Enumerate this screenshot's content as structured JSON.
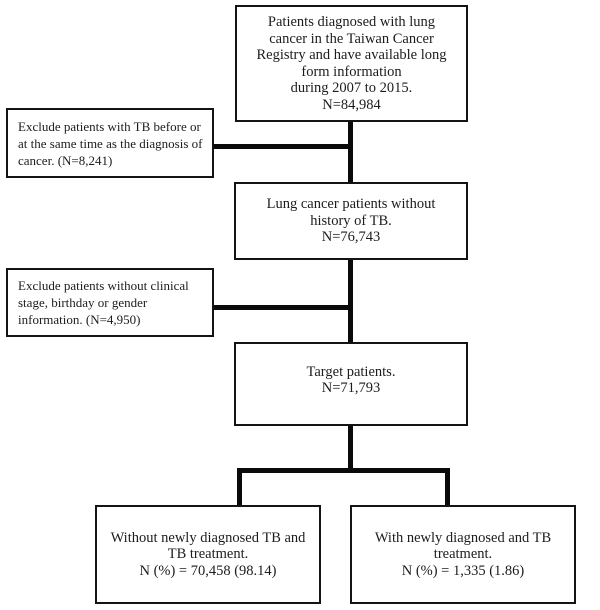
{
  "flowchart": {
    "nodes": {
      "source": {
        "text": "Patients diagnosed with lung\ncancer in the Taiwan Cancer\nRegistry and have available long\nform information\nduring 2007 to 2015.\nN=84,984"
      },
      "exclude_tb_history": {
        "text": "Exclude patients with TB before or\nat the same time as the diagnosis of\ncancer. (N=8,241)"
      },
      "no_tb_history": {
        "text": "Lung cancer patients without\nhistory of TB.\nN=76,743"
      },
      "exclude_missing_info": {
        "text": "Exclude patients without clinical\nstage, birthday or gender\ninformation. (N=4,950)"
      },
      "target": {
        "text": "Target patients.\nN=71,793"
      },
      "without_new_tb": {
        "text": "Without newly diagnosed TB and\nTB treatment.\nN (%) = 70,458 (98.14)"
      },
      "with_new_tb": {
        "text": "With newly diagnosed and TB\ntreatment.\nN (%) = 1,335 (1.86)"
      }
    },
    "colors": {
      "background": "#ffffff",
      "line": "#0a0a0a",
      "text": "#1c1c1c"
    }
  }
}
